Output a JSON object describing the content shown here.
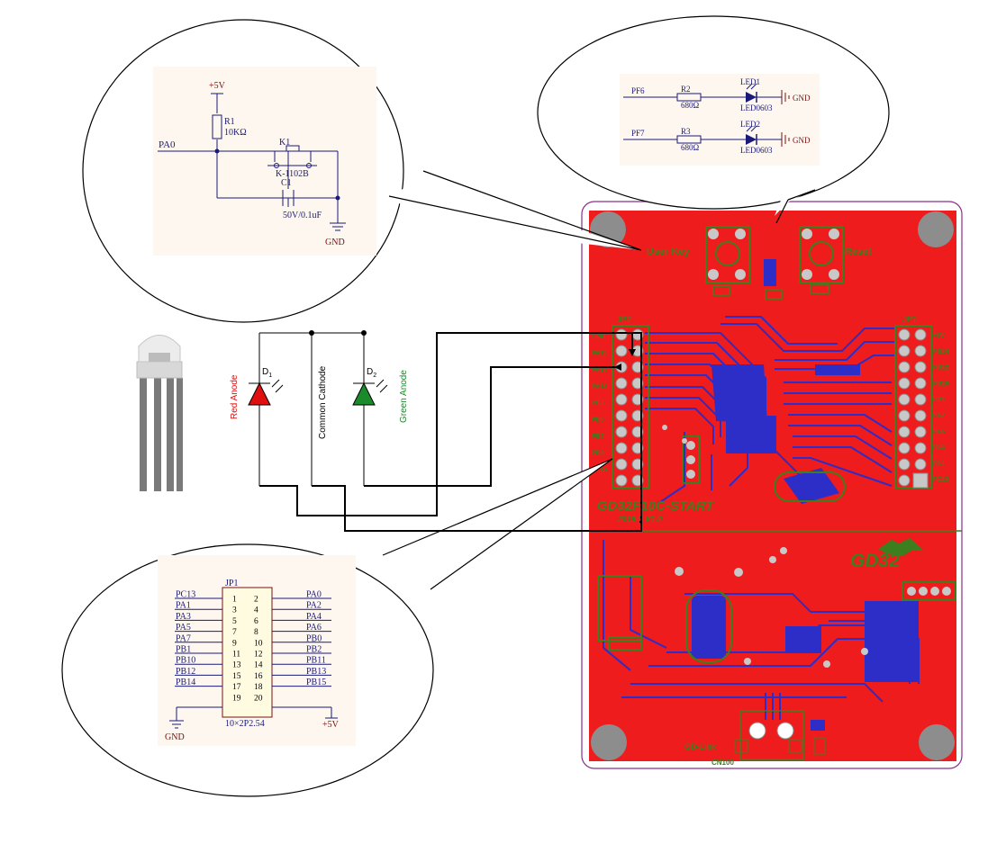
{
  "colors": {
    "schematic_wire": "#1a1a7a",
    "schematic_text": "#7a1010",
    "pcb_board": "#ee1c1c",
    "pcb_trace": "#2d2dc8",
    "pcb_silk": "#3d7f1f",
    "led_red": "#e01010",
    "led_green": "#1b8a2a",
    "wire": "#000000"
  },
  "button_schematic": {
    "vcc": "+5V",
    "resistor_ref": "R1",
    "resistor_value": "10KΩ",
    "net": "PA0",
    "switch_ref": "K1",
    "switch_part": "K-1102B",
    "cap_ref": "C1",
    "cap_value": "50V/0.1uF",
    "gnd": "GND"
  },
  "led_schematic": {
    "rows": [
      {
        "net": "PF6",
        "res_ref": "R2",
        "res_value": "680Ω",
        "led_ref": "LED1",
        "led_part": "LED0603",
        "gnd": "GND"
      },
      {
        "net": "PF7",
        "res_ref": "R3",
        "res_value": "680Ω",
        "led_ref": "LED2",
        "led_part": "LED0603",
        "gnd": "GND"
      }
    ]
  },
  "rgb_led": {
    "d1_ref": "D",
    "d1_sub": "1",
    "d2_ref": "D",
    "d2_sub": "2",
    "red_label": "Red Anode",
    "common_label": "Common Cathode",
    "green_label": "Green Anode"
  },
  "header_schematic": {
    "ref": "JP1",
    "footprint": "10×2P2.54",
    "left_nets": [
      "PC13",
      "PA1",
      "PA3",
      "PA5",
      "PA7",
      "PB1",
      "PB10",
      "PB12",
      "PB14"
    ],
    "right_nets": [
      "PA0",
      "PA2",
      "PA4",
      "PA6",
      "PB0",
      "PB2",
      "PB11",
      "PB13",
      "PB15"
    ],
    "left_pins": [
      "1",
      "3",
      "5",
      "7",
      "9",
      "11",
      "13",
      "15",
      "17",
      "19"
    ],
    "right_pins": [
      "2",
      "4",
      "6",
      "8",
      "10",
      "12",
      "14",
      "16",
      "18",
      "20"
    ],
    "gnd": "GND",
    "vcc": "+5V"
  },
  "pcb": {
    "user_key": "User Key",
    "reset": "Reset",
    "jp2": "JP2",
    "jp1": "JP1",
    "board_name": "GD32F10C-START",
    "board_version": "2015-3 V1.0",
    "gd32": "GD32",
    "gd_link": "GD-Link",
    "usb": "CN100",
    "left_pin_labels": [
      "GND",
      "PA15",
      "PA14",
      "PA13",
      "PB3",
      "PB5",
      "PB7",
      "PB9",
      "PC14"
    ],
    "right_pin_labels": [
      "+5V",
      "PB14",
      "PB12",
      "PB10",
      "PB1",
      "PA7",
      "PA5",
      "PA3",
      "PA1",
      "PC13"
    ]
  }
}
